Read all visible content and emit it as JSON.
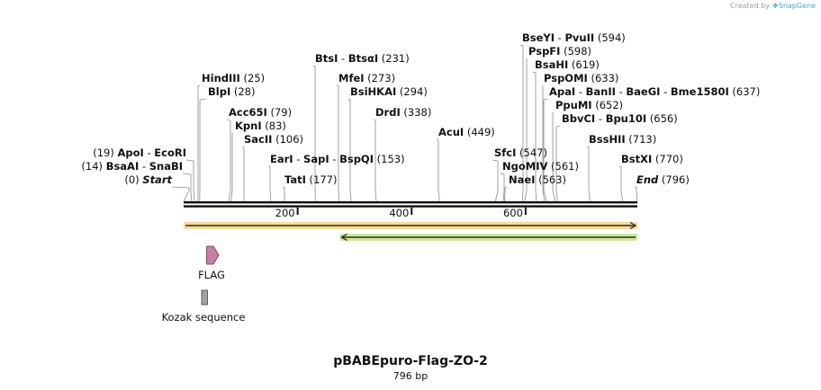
{
  "credit": {
    "prefix": "Created by",
    "brand": "SnapGene",
    "icon": "snapgene-logo-icon"
  },
  "sequence": {
    "name": "pBABEpuro-Flag-ZO-2",
    "length_label": "796 bp",
    "length": 796
  },
  "ruler": {
    "start": 0,
    "end": 796,
    "ticks": [
      {
        "value": 200,
        "label": "200"
      },
      {
        "value": 400,
        "label": "400"
      },
      {
        "value": 600,
        "label": "600"
      }
    ]
  },
  "sites": [
    {
      "names": [
        "BseYI",
        "PvuII"
      ],
      "pos": "(594)",
      "cut": 594
    },
    {
      "names": [
        "PspFI"
      ],
      "pos": "(598)",
      "cut": 598
    },
    {
      "names": [
        "BsaHI"
      ],
      "pos": "(619)",
      "cut": 619
    },
    {
      "names": [
        "PspOMI"
      ],
      "pos": "(633)",
      "cut": 633
    },
    {
      "names": [
        "ApaI",
        "BanII",
        "BaeGI",
        "Bme1580I"
      ],
      "pos": "(637)",
      "cut": 637
    },
    {
      "names": [
        "PpuMI"
      ],
      "pos": "(652)",
      "cut": 652
    },
    {
      "names": [
        "BbvCI",
        "Bpu10I"
      ],
      "pos": "(656)",
      "cut": 656
    },
    {
      "names": [
        "BssHII"
      ],
      "pos": "(713)",
      "cut": 713
    },
    {
      "names": [
        "BstXI"
      ],
      "pos": "(770)",
      "cut": 770
    },
    {
      "names": [
        "End"
      ],
      "pos": "(796)",
      "cut": 796,
      "italic": true
    },
    {
      "names": [
        "BtsI",
        "BtsαI"
      ],
      "pos": "(231)",
      "cut": 231
    },
    {
      "names": [
        "MfeI"
      ],
      "pos": "(273)",
      "cut": 273
    },
    {
      "names": [
        "BsiHKAI"
      ],
      "pos": "(294)",
      "cut": 294
    },
    {
      "names": [
        "DrdI"
      ],
      "pos": "(338)",
      "cut": 338
    },
    {
      "names": [
        "AcuI"
      ],
      "pos": "(449)",
      "cut": 449
    },
    {
      "names": [
        "SfcI"
      ],
      "pos": "(547)",
      "cut": 547
    },
    {
      "names": [
        "NgoMIV"
      ],
      "pos": "(561)",
      "cut": 561
    },
    {
      "names": [
        "NaeI"
      ],
      "pos": "(563)",
      "cut": 563
    },
    {
      "names": [
        "EarI",
        "SapI",
        "BspQI"
      ],
      "pos": "(153)",
      "cut": 153
    },
    {
      "names": [
        "TatI"
      ],
      "pos": "(177)",
      "cut": 177
    },
    {
      "names": [
        "HindIII"
      ],
      "pos": "(25)",
      "cut": 25
    },
    {
      "names": [
        "BlpI"
      ],
      "pos": "(28)",
      "cut": 28
    },
    {
      "names": [
        "Acc65I"
      ],
      "pos": "(79)",
      "cut": 79
    },
    {
      "names": [
        "KpnI"
      ],
      "pos": "(83)",
      "cut": 83
    },
    {
      "names": [
        "SacII"
      ],
      "pos": "(106)",
      "cut": 106
    },
    {
      "names": [
        "ApoI",
        "EcoRI"
      ],
      "pos": "(19)",
      "cut": 19,
      "pos_left": true
    },
    {
      "names": [
        "BsaAI",
        "SnaBI"
      ],
      "pos": "(14)",
      "cut": 14,
      "pos_left": true
    },
    {
      "names": [
        "Start"
      ],
      "pos": "(0)",
      "cut": 0,
      "italic": true,
      "pos_left": true
    }
  ],
  "primers": [
    {
      "direction": "forward",
      "start": 0,
      "end": 796,
      "color": "#f0a020",
      "halo": "#f9d9a0"
    },
    {
      "direction": "reverse",
      "start": 274,
      "end": 796,
      "color": "#3f8f1f",
      "halo": "#c6ec9c"
    }
  ],
  "features": [
    {
      "name": "FLAG",
      "shape": "arrow",
      "color": "#c97fa6"
    },
    {
      "name": "Kozak sequence",
      "shape": "box",
      "color": "#9ca3a8"
    }
  ]
}
